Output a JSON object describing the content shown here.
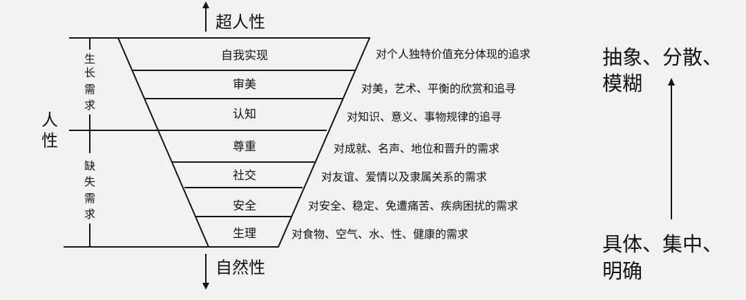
{
  "top_label": "超人性",
  "bottom_label": "自然性",
  "left_label": [
    "人",
    "性"
  ],
  "group_top": [
    "生",
    "长",
    "需",
    "求"
  ],
  "group_bottom": [
    "缺",
    "失",
    "需",
    "求"
  ],
  "levels": [
    {
      "name": "自我实现",
      "desc": "对个人独特价值充分体现的追求"
    },
    {
      "name": "审美",
      "desc": "对美，艺术、平衡的欣赏和追寻"
    },
    {
      "name": "认知",
      "desc": "对知识、意义、事物规律的追寻"
    },
    {
      "name": "尊重",
      "desc": "对成就、名声、地位和晋升的需求"
    },
    {
      "name": "社交",
      "desc": "对友谊、爱情以及隶属关系的需求"
    },
    {
      "name": "安全",
      "desc": "对安全、稳定、免遭痛苦、疾病困扰的需求"
    },
    {
      "name": "生理",
      "desc": "对食物、空气、水、性、健康的需求"
    }
  ],
  "right_top": [
    "抽象、分散、",
    "模糊"
  ],
  "right_bottom": [
    "具体、集中、",
    "明确"
  ]
}
